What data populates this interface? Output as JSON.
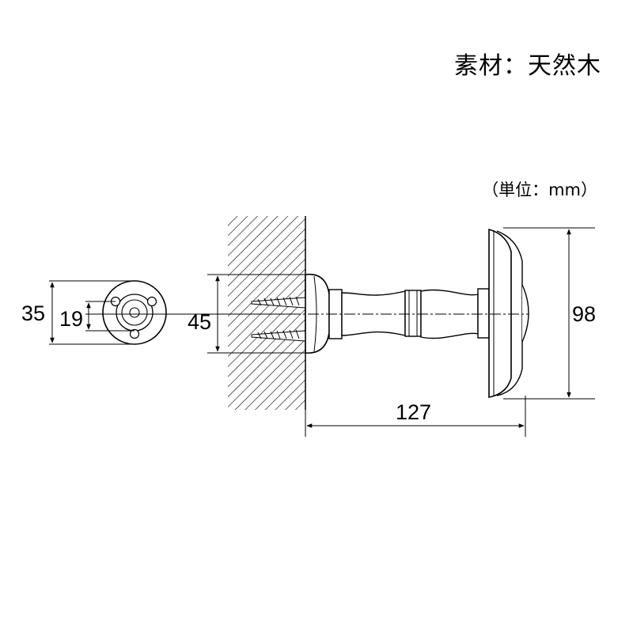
{
  "material_label": "素材：天然木",
  "unit_label": "（単位：mm）",
  "dimensions": {
    "outer_diameter": "35",
    "inner_diameter": "19",
    "plate_height": "45",
    "length": "127",
    "cap_height": "98"
  }
}
